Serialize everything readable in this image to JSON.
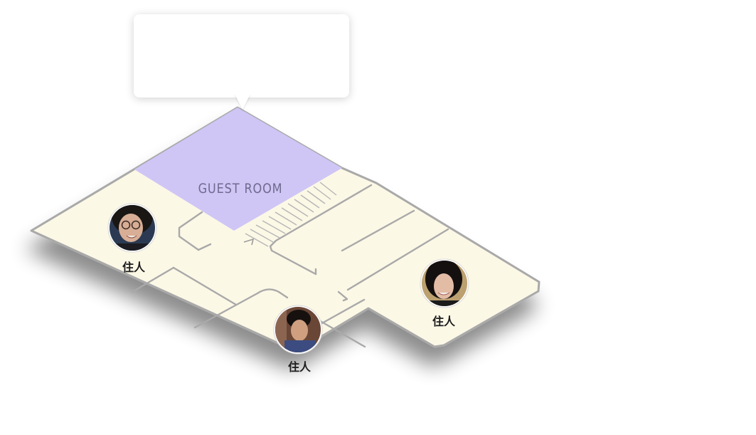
{
  "map": {
    "guest_room_label": "GUEST ROOM",
    "colors": {
      "floor": "#fcf8e6",
      "wall": "#a8a8a8",
      "guest_room": "#cfc6f6",
      "avatar_border": "#ffffff"
    }
  },
  "tooltip": {
    "text": ""
  },
  "residents": [
    {
      "label": "住人",
      "avatar": "avatar-woman-glasses"
    },
    {
      "label": "住人",
      "avatar": "avatar-man"
    },
    {
      "label": "住人",
      "avatar": "avatar-woman"
    }
  ]
}
